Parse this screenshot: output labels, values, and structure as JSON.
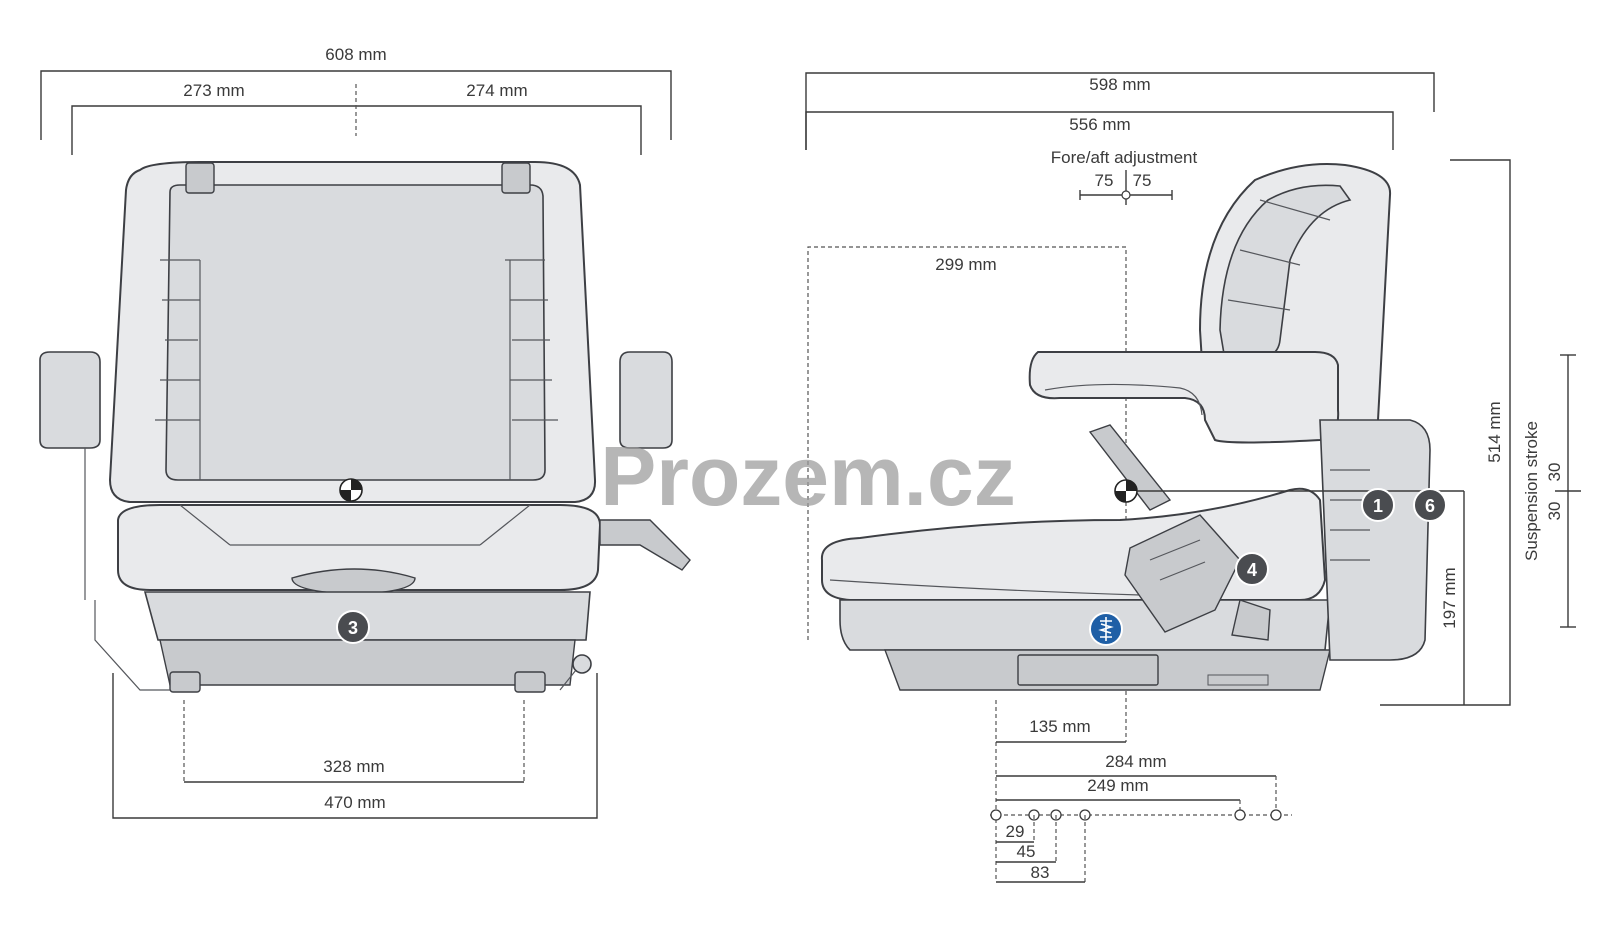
{
  "watermark": "Prozem.cz",
  "front_view": {
    "dims": {
      "overall_width": "608 mm",
      "left_half": "273 mm",
      "right_half": "274 mm",
      "mount_width": "328 mm",
      "base_width": "470 mm"
    },
    "badges": [
      "3"
    ]
  },
  "side_view": {
    "dims": {
      "overall_depth": "598 mm",
      "backrest_depth": "556 mm",
      "fore_aft_label": "Fore/aft adjustment",
      "fore": "75",
      "aft": "75",
      "reference_depth": "299 mm",
      "mount_offset": "135 mm",
      "rail_284": "284 mm",
      "rail_249": "249 mm",
      "hole_29": "29",
      "hole_45": "45",
      "hole_83": "83",
      "overall_height": "514 mm",
      "seat_height": "197 mm",
      "suspension_label": "Suspension stroke",
      "stroke_up": "30",
      "stroke_down": "30"
    },
    "badges": [
      "1",
      "6",
      "4"
    ],
    "colors": {
      "badge_dark": "#4a4c50",
      "badge_blue": "#1f5fa6"
    }
  }
}
